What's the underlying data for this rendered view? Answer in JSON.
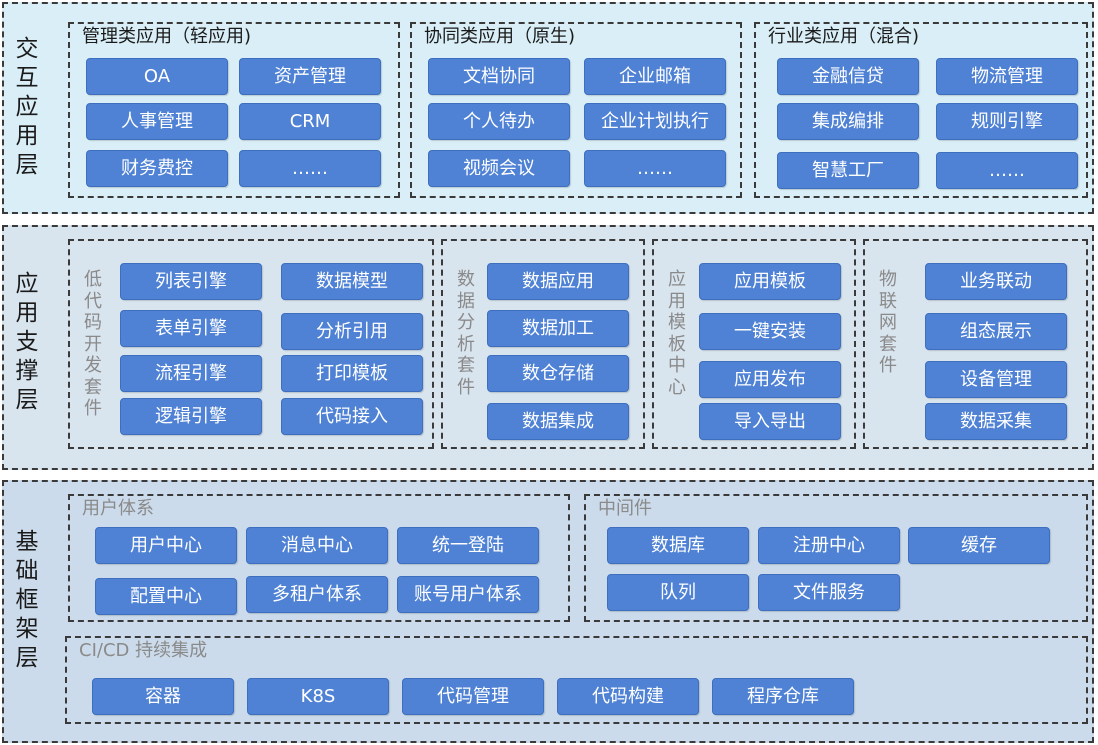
{
  "colors": {
    "box_fill": "#4f82d4",
    "layer1_bg": "#d9eef6",
    "layer2_bg": "#d8e4ee",
    "layer3_bg": "#cbdbeb"
  },
  "layers": {
    "interaction": {
      "title": "交互应用层",
      "groups": {
        "management": {
          "title": "管理类应用（轻应用)",
          "items": [
            "OA",
            "资产管理",
            "人事管理",
            "CRM",
            "财务费控",
            "……"
          ]
        },
        "collaboration": {
          "title": "协同类应用（原生)",
          "items": [
            "文档协同",
            "企业邮箱",
            "个人待办",
            "企业计划执行",
            "视频会议",
            "……"
          ]
        },
        "industry": {
          "title": "行业类应用（混合)",
          "items": [
            "金融信贷",
            "物流管理",
            "集成编排",
            "规则引擎",
            "智慧工厂",
            "……"
          ]
        }
      }
    },
    "support": {
      "title": "应用支撑层",
      "groups": {
        "lowcode": {
          "title": "低代码开发套件",
          "items": [
            "列表引擎",
            "数据模型",
            "表单引擎",
            "分析引用",
            "流程引擎",
            "打印模板",
            "逻辑引擎",
            "代码接入"
          ]
        },
        "analytics": {
          "title": "数据分析套件",
          "items": [
            "数据应用",
            "数据加工",
            "数仓存储",
            "数据集成"
          ]
        },
        "templates": {
          "title": "应用模板中心",
          "items": [
            "应用模板",
            "一键安装",
            "应用发布",
            "导入导出"
          ]
        },
        "iot": {
          "title": "物联网套件",
          "items": [
            "业务联动",
            "组态展示",
            "设备管理",
            "数据采集"
          ]
        }
      }
    },
    "framework": {
      "title": "基础框架层",
      "groups": {
        "users": {
          "title": "用户体系",
          "items": [
            "用户中心",
            "消息中心",
            "统一登陆",
            "配置中心",
            "多租户体系",
            "账号用户体系"
          ]
        },
        "middleware": {
          "title": "中间件",
          "items": [
            "数据库",
            "注册中心",
            "缓存",
            "队列",
            "文件服务"
          ]
        },
        "cicd": {
          "title": "CI/CD 持续集成",
          "items": [
            "容器",
            "K8S",
            "代码管理",
            "代码构建",
            "程序仓库"
          ]
        }
      }
    }
  }
}
